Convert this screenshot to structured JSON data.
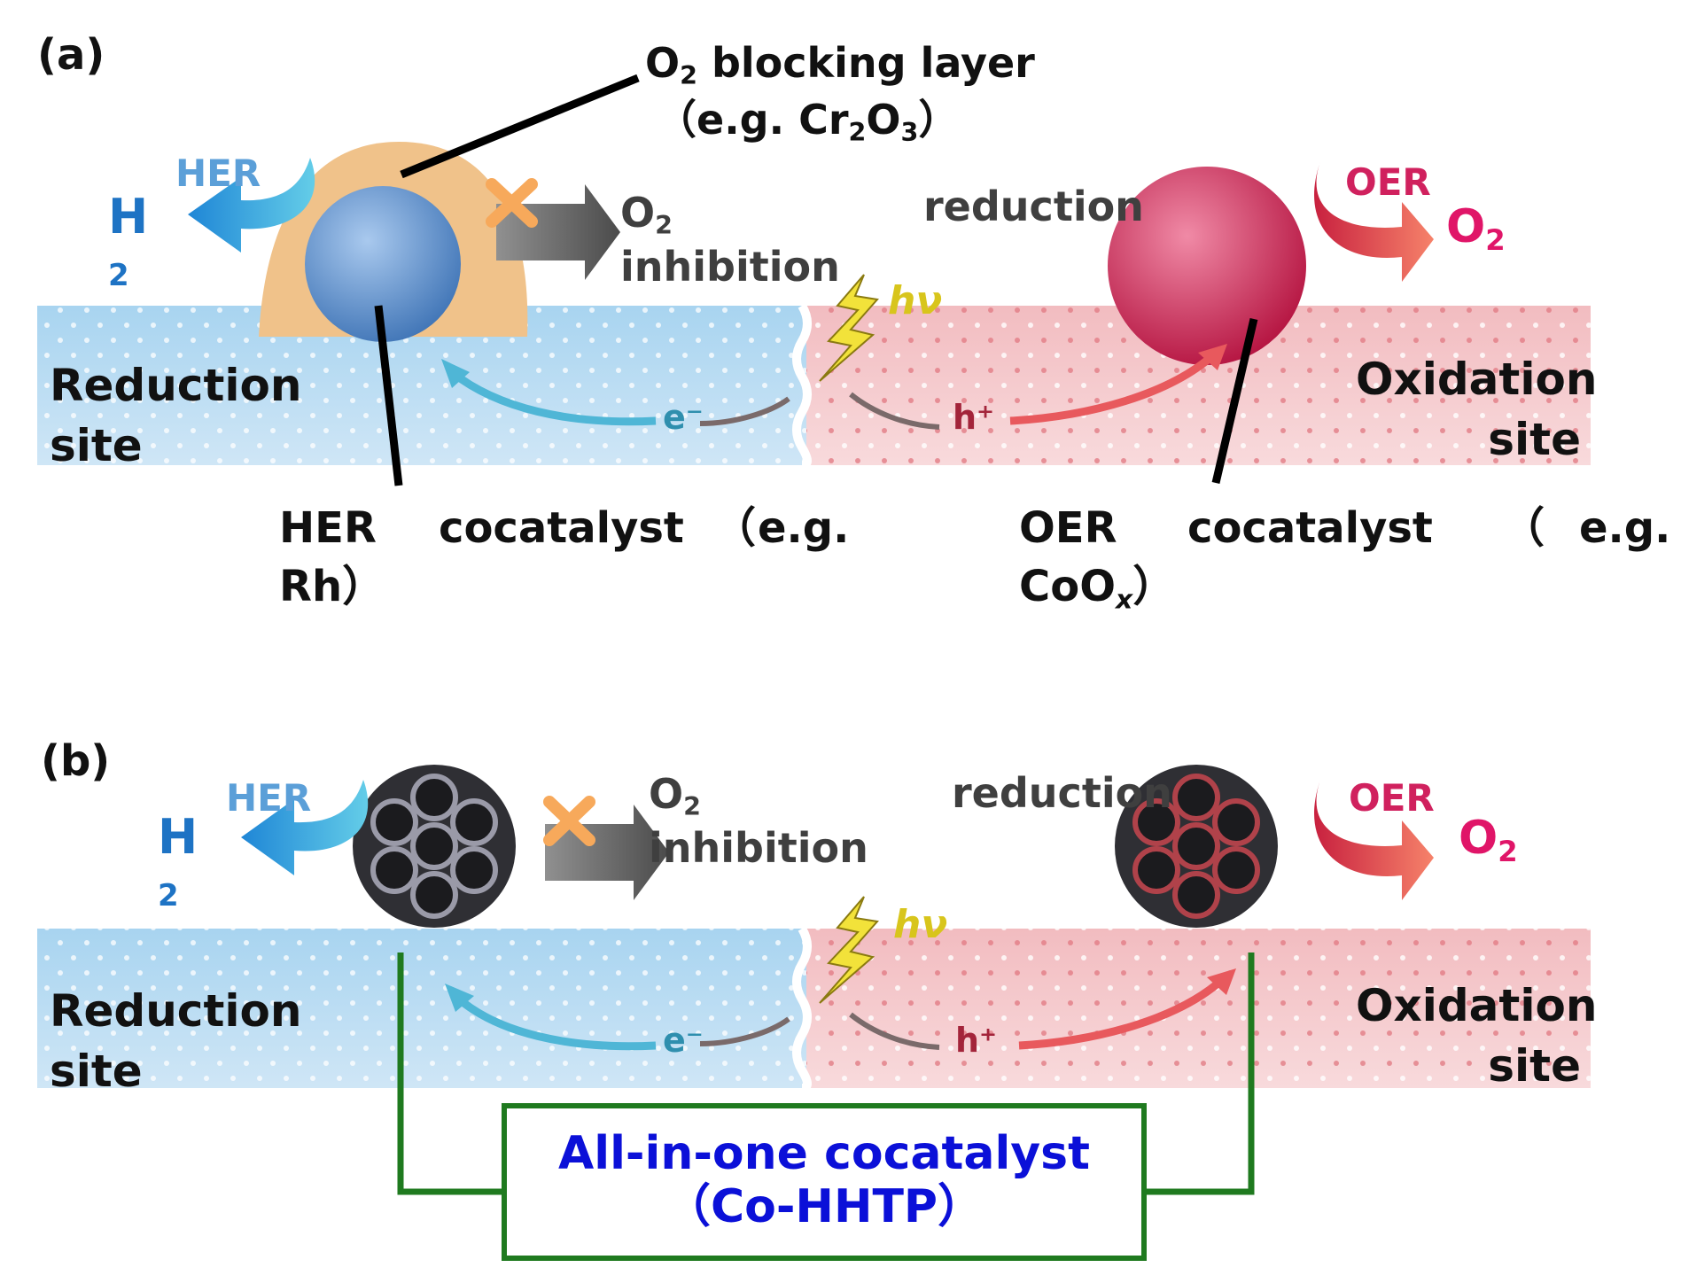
{
  "panel_a": {
    "tag": "(a)",
    "blocking_layer": {
      "text": "O",
      "sub": "2",
      "rest": " blocking layer"
    },
    "blocking_example": {
      "pre": "（e.g. Cr",
      "sub1": "2",
      "mid": "O",
      "sub2": "3",
      "post": "）"
    },
    "her": "HER",
    "h2": {
      "main": "H",
      "sub": "2"
    },
    "inhibition": {
      "o": "O",
      "sub": "2",
      "word": "inhibition"
    },
    "reduction": "reduction",
    "oer": "OER",
    "o2": {
      "main": "O",
      "sub": "2"
    },
    "hv": "hν",
    "electron": "e⁻",
    "hole": "h⁺",
    "reduction_site": [
      "Reduction",
      "site"
    ],
    "oxidation_site": [
      "Oxidation",
      "site"
    ],
    "her_cocatalyst": {
      "w1": "HER",
      "w2": "cocatalyst",
      "w3": "（",
      "w4": "e.g.",
      "line2": "Rh）"
    },
    "oer_cocatalyst": {
      "w1": "OER",
      "w2": "cocatalyst",
      "w3": "（",
      "w4": "e.g.",
      "line2_main": "CoO",
      "line2_sub": "x",
      "line2_end": "）"
    }
  },
  "panel_b": {
    "tag": "(b)",
    "her": "HER",
    "h2": {
      "main": "H",
      "sub": "2"
    },
    "inhibition": {
      "o": "O",
      "sub": "2",
      "word": "inhibition"
    },
    "reduction": "reduction",
    "oer": "OER",
    "o2": {
      "main": "O",
      "sub": "2"
    },
    "hv": "hν",
    "electron": "e⁻",
    "hole": "h⁺",
    "reduction_site": [
      "Reduction",
      "site"
    ],
    "oxidation_site": [
      "Oxidation",
      "site"
    ],
    "all_in_one": {
      "line1": "All-in-one cocatalyst",
      "line2": "（Co-HHTP）"
    }
  },
  "colors": {
    "reduction_band": "#a9d3ef",
    "oxidation_band": "#f3c0c4",
    "her_particle": "#5d8fc9",
    "oer_particle": "#cf2455",
    "blocking_shell": "#f0c28a",
    "connector_green": "#1f7a1f",
    "box_text": "#0b10d8"
  }
}
